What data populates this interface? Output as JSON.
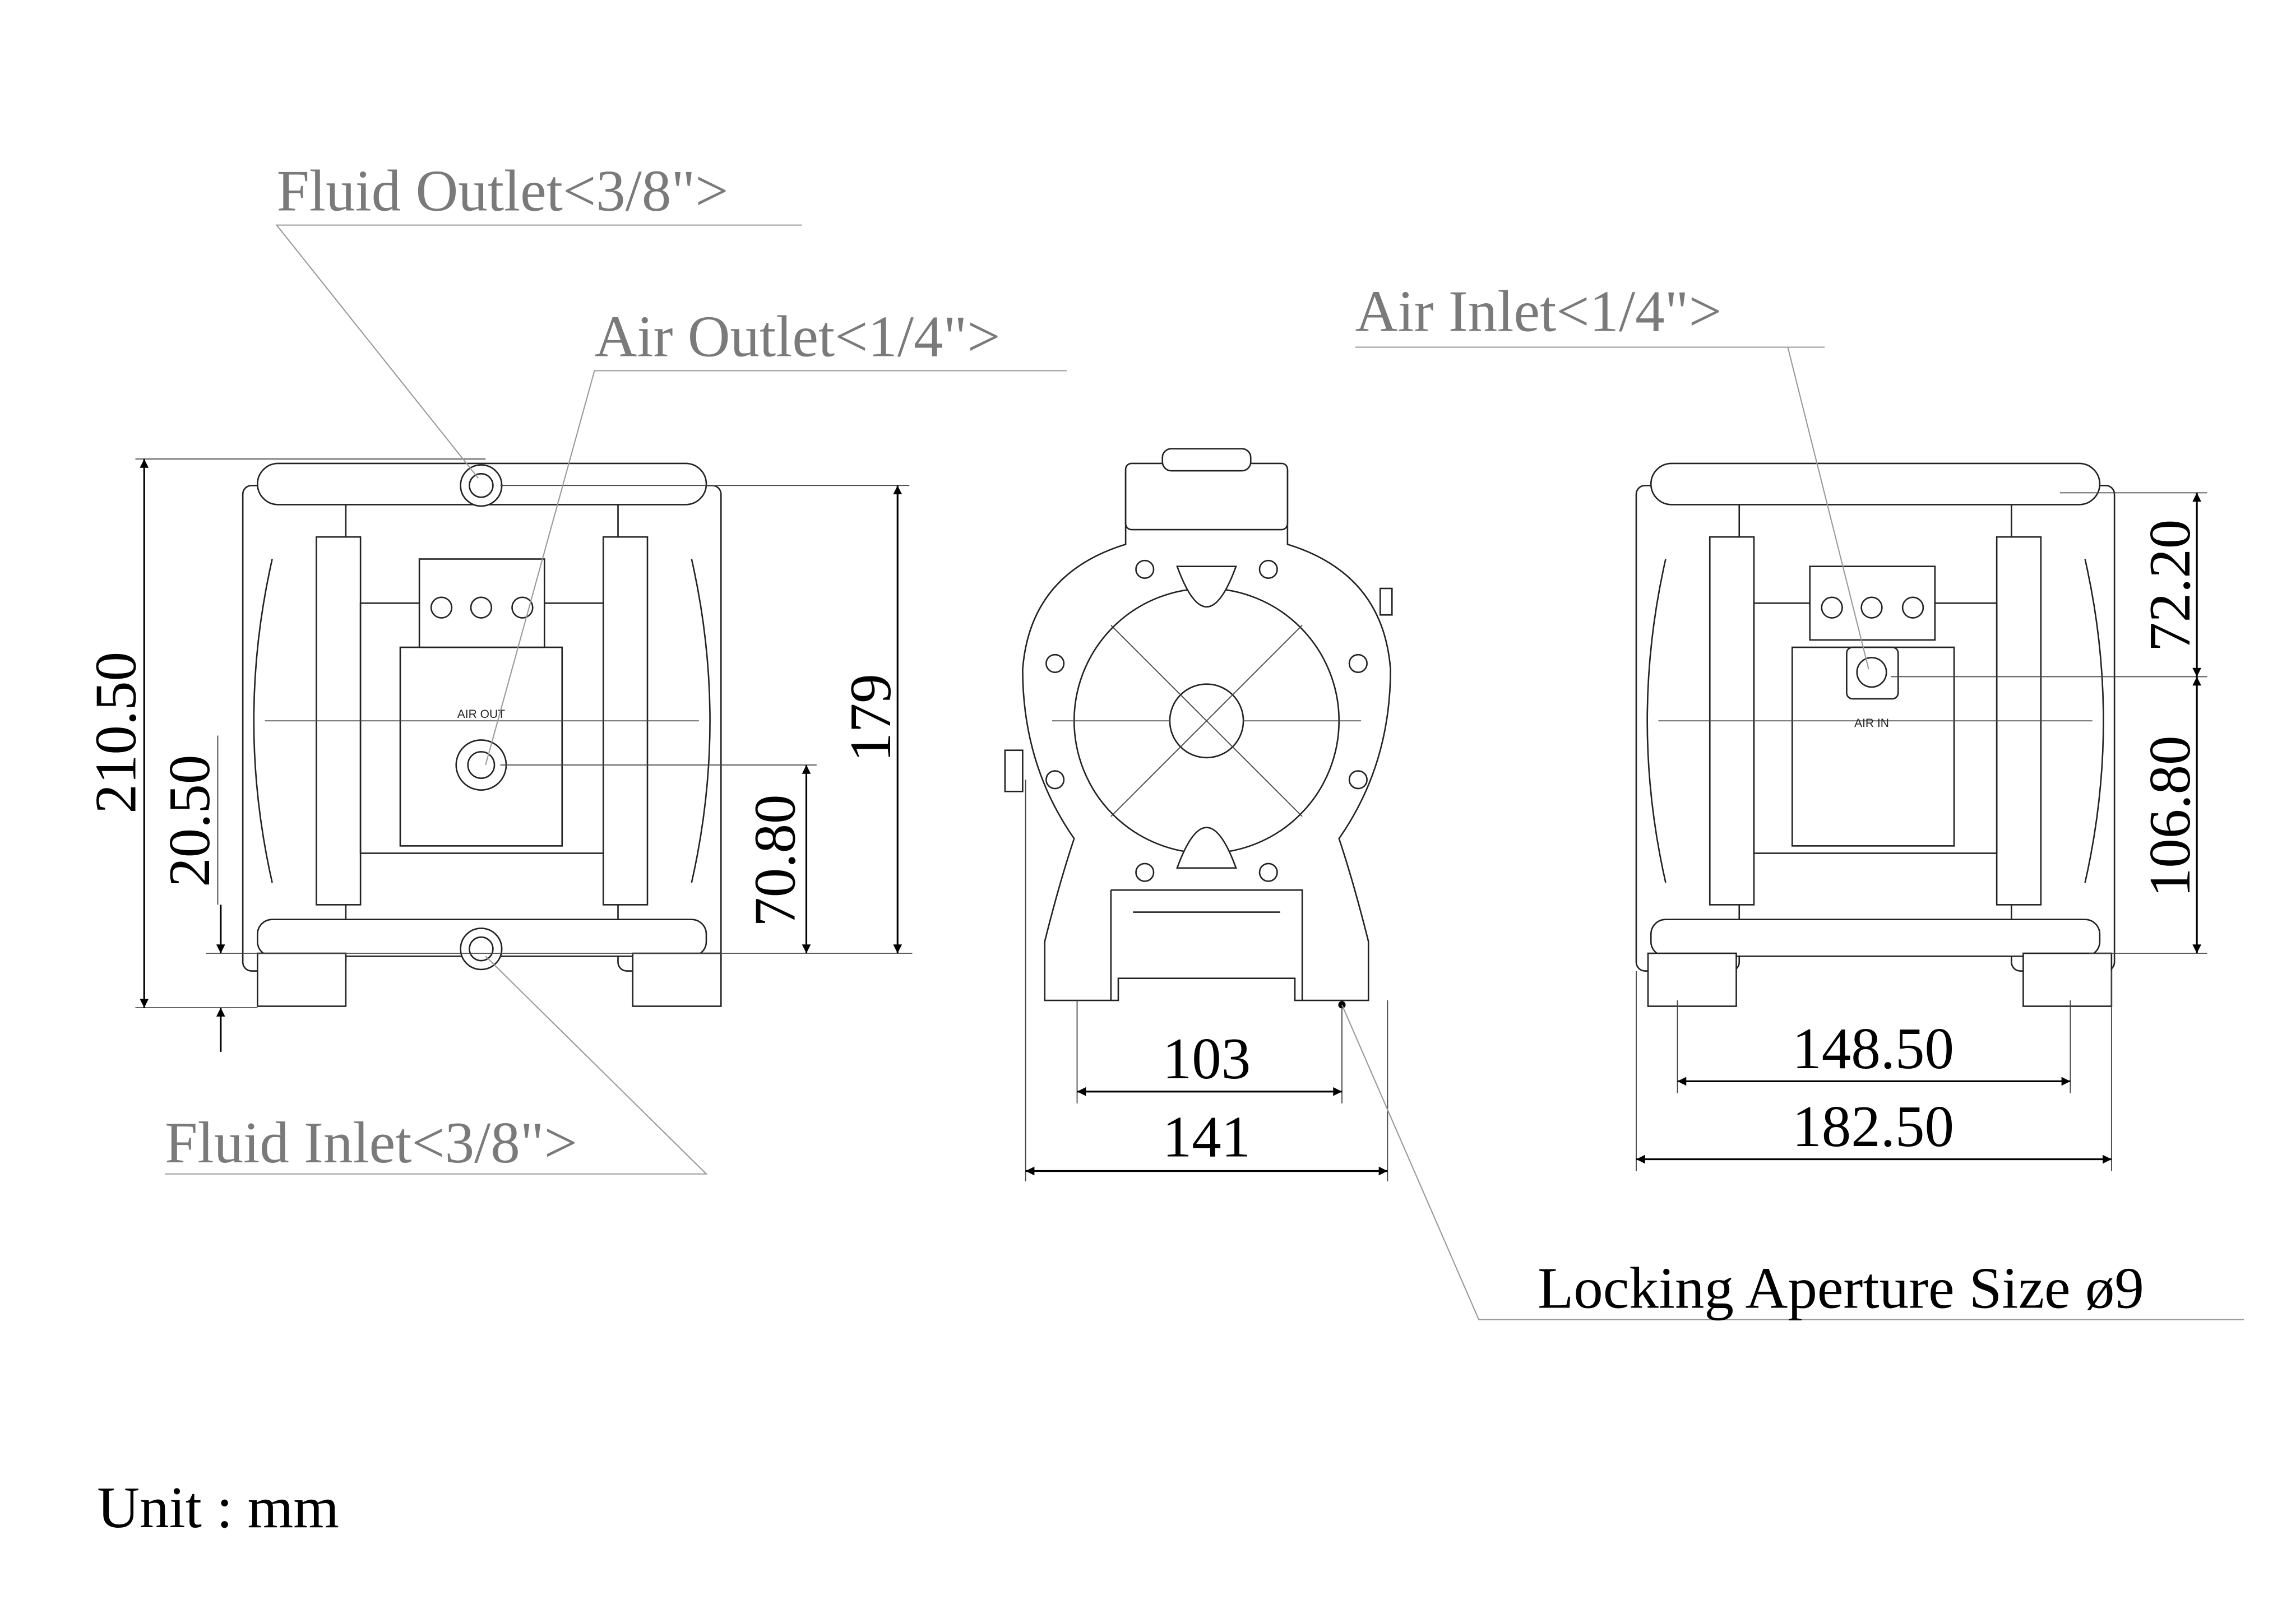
{
  "callouts": {
    "fluid_outlet": "Fluid Outlet<3/8\">",
    "air_outlet": "Air Outlet<1/4\">",
    "air_inlet": "Air Inlet<1/4\">",
    "fluid_inlet": "Fluid Inlet<3/8\">",
    "locking_aperture": "Locking Aperture Size ø9"
  },
  "body_labels": {
    "air_out": "AIR OUT",
    "air_in": "AIR IN"
  },
  "dimensions": {
    "front_total_height": "210.50",
    "front_inlet_height": "20.50",
    "front_air_outlet_height": "70.80",
    "front_outlet_height": "179",
    "side_base_inner": "103",
    "side_base_outer": "141",
    "rear_base_inner": "148.50",
    "rear_base_outer": "182.50",
    "rear_upper": "72.20",
    "rear_lower": "106.80"
  },
  "unit": "Unit : mm"
}
